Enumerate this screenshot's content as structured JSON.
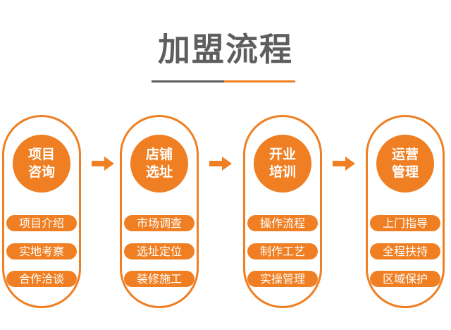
{
  "title": "加盟流程",
  "colors": {
    "accent": "#ef7f22",
    "title": "#5e5e5e"
  },
  "steps": [
    {
      "line1": "项目",
      "line2": "咨询",
      "items": [
        "项目介绍",
        "实地考察",
        "合作洽谈"
      ]
    },
    {
      "line1": "店铺",
      "line2": "选址",
      "items": [
        "市场调查",
        "选址定位",
        "装修施工"
      ]
    },
    {
      "line1": "开业",
      "line2": "培训",
      "items": [
        "操作流程",
        "制作工艺",
        "实操管理"
      ]
    },
    {
      "line1": "运营",
      "line2": "管理",
      "items": [
        "上门指导",
        "全程扶持",
        "区域保护"
      ]
    }
  ]
}
